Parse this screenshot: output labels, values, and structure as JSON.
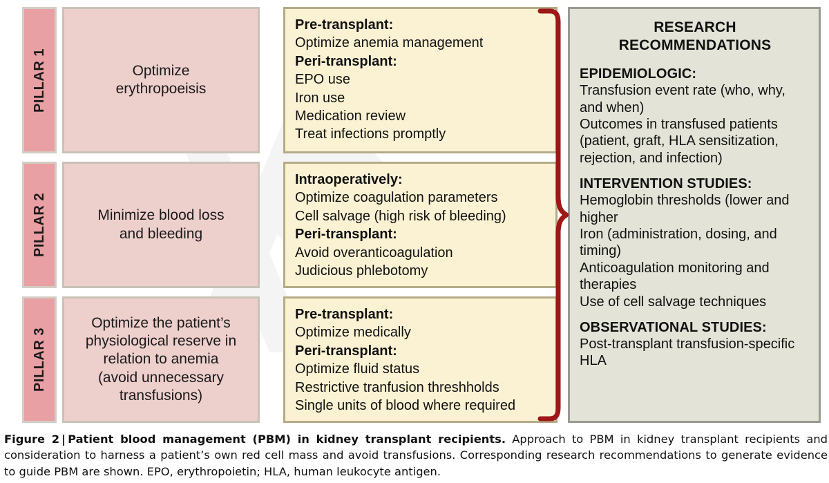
{
  "figure": {
    "pillars": [
      {
        "tab_label": "PILLAR 1",
        "description": "Optimize\nerythropoeisis",
        "actions": [
          {
            "heading": "Pre-transplant:",
            "items": [
              "Optimize anemia management"
            ]
          },
          {
            "heading": "Peri-transplant:",
            "items": [
              "EPO use",
              "Iron use",
              "Medication review",
              "Treat infections promptly"
            ]
          }
        ]
      },
      {
        "tab_label": "PILLAR 2",
        "description": "Minimize blood loss\nand bleeding",
        "actions": [
          {
            "heading": "Intraoperatively:",
            "items": [
              "Optimize coagulation parameters",
              "Cell salvage (high risk of bleeding)"
            ]
          },
          {
            "heading": "Peri-transplant:",
            "items": [
              "Avoid overanticoagulation",
              "Judicious phlebotomy"
            ]
          }
        ]
      },
      {
        "tab_label": "PILLAR 3",
        "description": "Optimize the patient’s\nphysiological reserve in\nrelation to anemia\n(avoid unnecessary\ntransfusions)",
        "actions": [
          {
            "heading": "Pre-transplant:",
            "items": [
              "Optimize medically"
            ]
          },
          {
            "heading": "Peri-transplant:",
            "items": [
              "Optimize fluid status",
              "Restrictive tranfusion threshholds",
              "Single units of blood where required"
            ]
          }
        ]
      }
    ],
    "brace_label": "curly-brace-connector"
  },
  "research": {
    "title": "RESEARCH\nRECOMMENDATIONS",
    "sections": [
      {
        "heading": "EPIDEMIOLOGIC:",
        "items": [
          "Transfusion event rate (who, why, and when)",
          "Outcomes in transfused patients (patient, graft, HLA sensitization, rejection, and infection)"
        ]
      },
      {
        "heading": "INTERVENTION STUDIES:",
        "items": [
          "Hemoglobin thresholds (lower and higher",
          "Iron (administration, dosing, and timing)",
          "Anticoagulation monitoring and therapies",
          "Use of cell salvage techniques"
        ]
      },
      {
        "heading": "OBSERVATIONAL STUDIES:",
        "items": [
          "Post-transplant transfusion-specific HLA"
        ]
      }
    ]
  },
  "caption": {
    "label": "Figure 2",
    "separator": "|",
    "title": "Patient blood management (PBM) in kidney transplant recipients.",
    "body": "Approach to PBM in kidney transplant recipients and consideration to harness a patient’s own red cell mass and avoid transfusions. Corresponding research recommendations to generate evidence to guide PBM are shown. EPO, erythropoietin; HLA, human leukocyte antigen."
  },
  "colors": {
    "pillar_tab_fill": "#e9a0a4",
    "pillar_desc_fill": "#edcfcc",
    "actions_fill": "#fbf2d3",
    "actions_border": "#b5aa88",
    "research_fill": "#e3e4d7",
    "research_border": "#9a9a93",
    "brace_stroke": "#9e1616",
    "text": "#111111"
  }
}
